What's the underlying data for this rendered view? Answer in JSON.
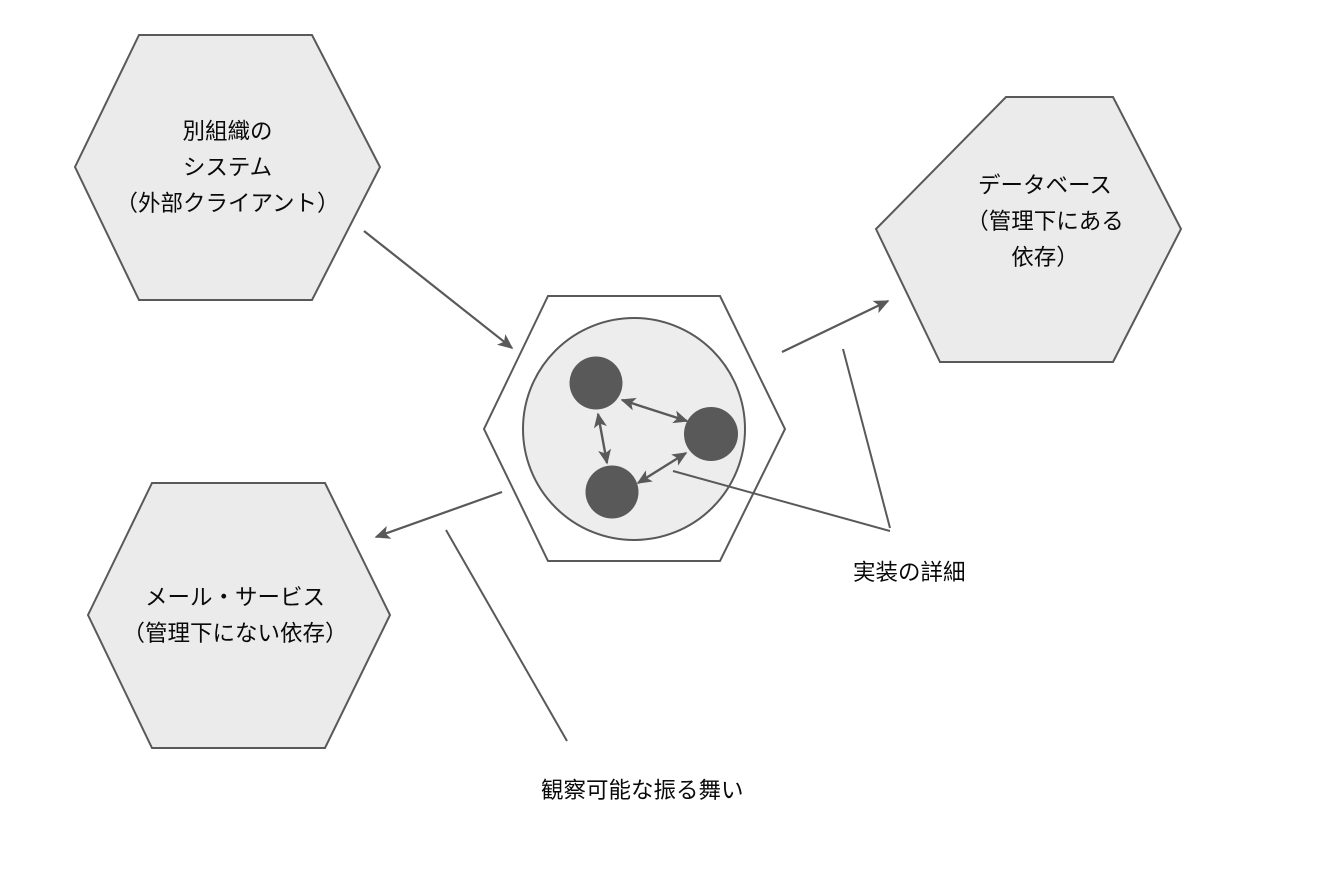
{
  "diagram": {
    "type": "hexagonal-architecture-diagram",
    "background_color": "#FFFFFF",
    "shape_fill_color": "#EBEBEB",
    "shape_stroke_color": "#595959",
    "node_color": "#595959",
    "nodes": [
      {
        "id": "external-client",
        "label": "別組織の\nシステム\n（外部クライアント）",
        "shape": "hexagon",
        "filled": true
      },
      {
        "id": "database",
        "label": "データベース\n（管理下にある\n依存）",
        "shape": "hexagon",
        "filled": true
      },
      {
        "id": "mail-service",
        "label": "メール・サービス\n（管理下にない依存）",
        "shape": "hexagon",
        "filled": true
      },
      {
        "id": "system-under-test",
        "label": "",
        "shape": "hexagon",
        "filled": false,
        "inner_node_count": 3
      }
    ],
    "annotations": [
      {
        "id": "implementation-details",
        "label": "実装の詳細",
        "points_to": [
          "system-under-test-inner-node",
          "system-under-test-to-database-edge"
        ]
      },
      {
        "id": "observable-behavior",
        "label": "観察可能な振る舞い",
        "points_to": [
          "system-under-test-to-mail-edge"
        ]
      }
    ],
    "edges": [
      {
        "from": "external-client",
        "to": "system-under-test",
        "arrow": "single"
      },
      {
        "from": "system-under-test",
        "to": "database",
        "arrow": "single"
      },
      {
        "from": "system-under-test",
        "to": "mail-service",
        "arrow": "single"
      },
      {
        "from": "inner-node-1",
        "to": "inner-node-2",
        "arrow": "double"
      },
      {
        "from": "inner-node-1",
        "to": "inner-node-3",
        "arrow": "double"
      },
      {
        "from": "inner-node-2",
        "to": "inner-node-3",
        "arrow": "double"
      }
    ]
  },
  "labels": {
    "external_client": "別組織の\nシステム\n（外部クライアント）",
    "database": "データベース\n（管理下にある\n依存）",
    "mail_service": "メール・サービス\n（管理下にない依存）",
    "implementation_details": "実装の詳細",
    "observable_behavior": "観察可能な振る舞い"
  }
}
